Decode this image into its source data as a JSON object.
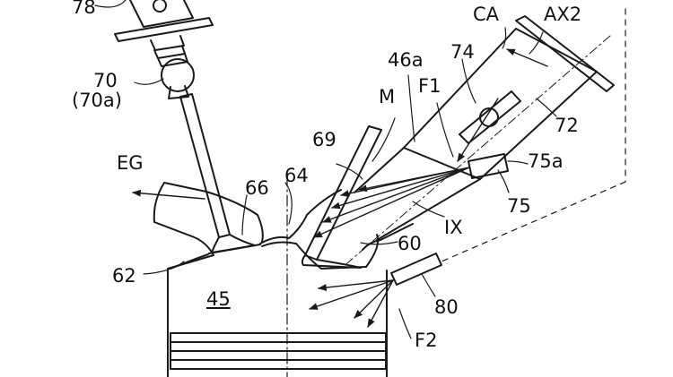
{
  "figure": {
    "labels": {
      "l78": "78",
      "l70": "70",
      "l70a": "(70a)",
      "lEG": "EG",
      "l66": "66",
      "l64": "64",
      "l69": "69",
      "lM": "M",
      "l46a": "46a",
      "l74": "74",
      "lF1": "F1",
      "lCA": "CA",
      "lAX2": "AX2",
      "l72": "72",
      "l75a": "75a",
      "l75": "75",
      "lIX": "IX",
      "l60": "60",
      "l62": "62",
      "l45": "45",
      "l80": "80",
      "lF2": "F2"
    },
    "colors": {
      "line": "#1a1a1a",
      "background": "#ffffff"
    }
  }
}
